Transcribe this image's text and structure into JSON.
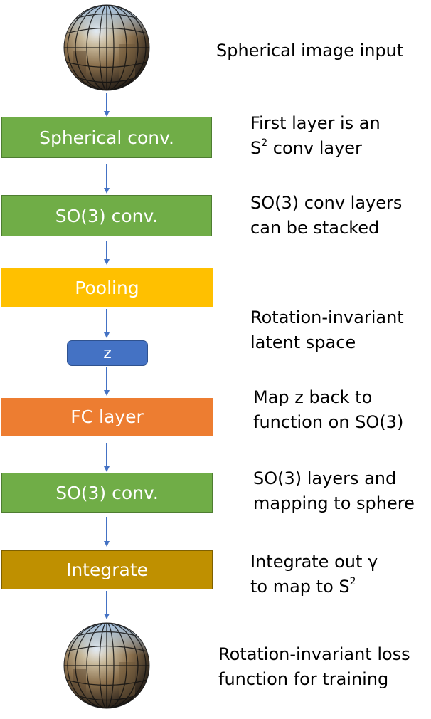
{
  "nodes": {
    "spherical_conv": "Spherical conv.",
    "so3_conv_1": "SO(3) conv.",
    "pooling": "Pooling",
    "z": "z",
    "fc_layer": "FC layer",
    "so3_conv_2": "SO(3) conv.",
    "integrate": "Integrate"
  },
  "notes": {
    "input": "Spherical image input",
    "first_layer_1": "First layer is an",
    "first_layer_2a": "S",
    "first_layer_2_sup": "2",
    "first_layer_2b": " conv layer",
    "so3_stack_1": "SO(3) conv layers",
    "so3_stack_2": "can be stacked",
    "latent_1": "Rotation-invariant",
    "latent_2": "latent space",
    "map_back_1": "Map z back to",
    "map_back_2": "function on SO(3)",
    "so3_layers_1": "SO(3) layers and",
    "so3_layers_2": "mapping to sphere",
    "integrate_1": "Integrate out γ",
    "integrate_2a": "to map to S",
    "integrate_2_sup": "2",
    "loss_1": "Rotation-invariant loss",
    "loss_2": "function for training"
  },
  "colors": {
    "arrow": "#4472c4",
    "green": "#70ad47",
    "yellow": "#ffc000",
    "orange": "#ed7d31",
    "blue": "#4472c4",
    "olive": "#bf9000"
  },
  "icons": [
    "sphere-image-icon",
    "arrow-down-icon"
  ]
}
